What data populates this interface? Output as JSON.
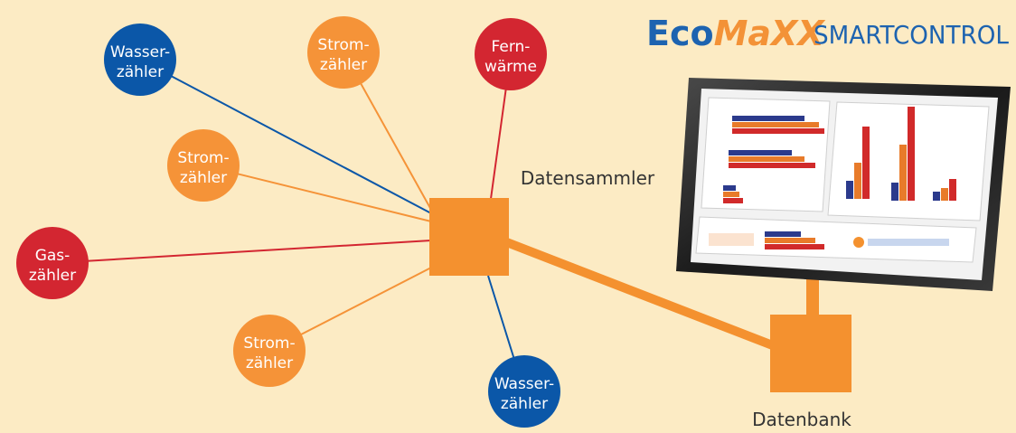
{
  "colors": {
    "background": "#fcebc4",
    "blue": "#0b57a8",
    "orange": "#f59338",
    "red": "#d32631",
    "hub": "#f4912f",
    "logo_blue": "#1d63b0",
    "logo_orange": "#f39237"
  },
  "logo": {
    "eco": "Eco",
    "maxx": "MaXX",
    "smartcontrol": "SMARTCONTROL"
  },
  "hub_label": "Datensammler",
  "database_label": "Datenbank",
  "meters": [
    {
      "id": "wasser-1",
      "line1": "Wasser-",
      "line2": "zähler",
      "color": "blue"
    },
    {
      "id": "strom-1",
      "line1": "Strom-",
      "line2": "zähler",
      "color": "orange"
    },
    {
      "id": "fernwaerme",
      "line1": "Fern-",
      "line2": "wärme",
      "color": "red"
    },
    {
      "id": "strom-2",
      "line1": "Strom-",
      "line2": "zähler",
      "color": "orange"
    },
    {
      "id": "gas",
      "line1": "Gas-",
      "line2": "zähler",
      "color": "red"
    },
    {
      "id": "strom-3",
      "line1": "Strom-",
      "line2": "zähler",
      "color": "orange"
    },
    {
      "id": "wasser-2",
      "line1": "Wasser-",
      "line2": "zähler",
      "color": "blue"
    }
  ]
}
